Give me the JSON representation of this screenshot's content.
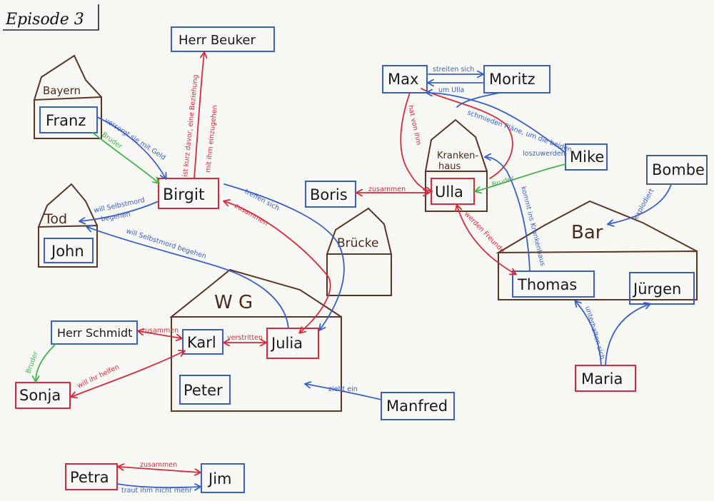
{
  "title": "Episode 3",
  "colors": {
    "blue": "#3a5fc2",
    "red": "#d8283c",
    "brown": "#5a3424",
    "green": "#44b24c",
    "ink": "#1a1a1a"
  },
  "buildings": {
    "bayern": "Bayern",
    "tod": "Tod",
    "krankenhaus_1": "Kranken-",
    "krankenhaus_2": "haus",
    "bruecke": "Brücke",
    "wg": "W G",
    "bar": "Bar"
  },
  "people": {
    "herr_beuker": "Herr Beuker",
    "franz": "Franz",
    "birgit": "Birgit",
    "john": "John",
    "max": "Max",
    "moritz": "Moritz",
    "mike": "Mike",
    "bombe": "Bombe",
    "boris": "Boris",
    "ulla": "Ulla",
    "thomas": "Thomas",
    "juergen": "Jürgen",
    "maria": "Maria",
    "herr_schmidt": "Herr Schmidt",
    "karl": "Karl",
    "julia": "Julia",
    "peter": "Peter",
    "sonja": "Sonja",
    "manfred": "Manfred",
    "petra": "Petra",
    "jim": "Jim"
  },
  "relations": {
    "franz_birgit": "versorgt sie mit Geld",
    "franz_birgit_bruder": "Bruder",
    "birgit_beuker_1": "ist kurz davor, eine Beziehung",
    "birgit_beuker_2": "mit ihm einzugehen",
    "birgit_tod_1": "will Selbstmord",
    "birgit_tod_2": "begehen",
    "julia_tod": "will Selbstmord begehen",
    "birgit_julia_treffen": "treffen sich",
    "birgit_julia_zusammen": "zusammen",
    "max_moritz_1": "streiten sich",
    "max_moritz_2": "um Ulla",
    "max_ulla": "hat von ihm",
    "mike_max_1": "schmieden Pläne, um die beiden",
    "mike_max_2": "loszuwerden",
    "mike_ulla": "Bruder",
    "thomas_kh": "kommt ins Krankenhaus",
    "boris_ulla": "zusammen",
    "ulla_thomas": "werden Freunde",
    "bombe_bar": "explodiert",
    "maria_thomas": "unterhalten sich",
    "schmidt_karl": "zusammen",
    "schmidt_sonja": "Bruder",
    "karl_julia": "verstritten",
    "karl_sonja": "will ihr helfen",
    "manfred_wg": "zieht ein",
    "petra_jim_zusammen": "zusammen",
    "petra_jim_traut": "traut ihm nicht mehr"
  }
}
